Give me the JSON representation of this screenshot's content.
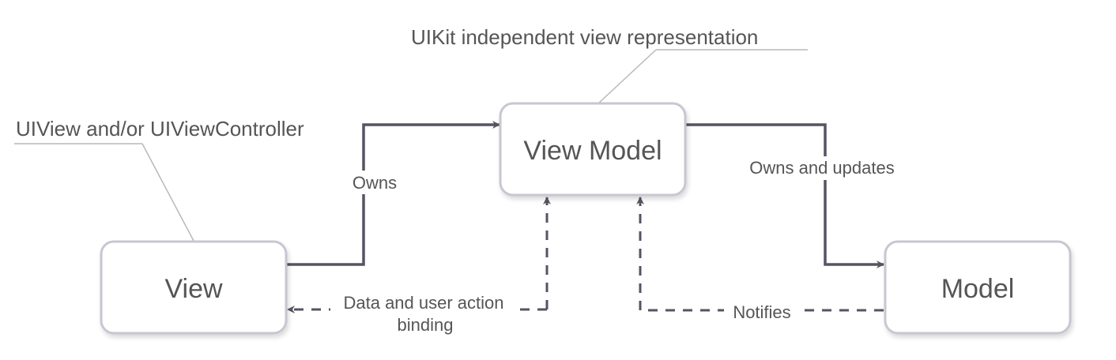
{
  "diagram": {
    "nodes": {
      "view": {
        "label": "View"
      },
      "view_model": {
        "label": "View Model"
      },
      "model": {
        "label": "Model"
      }
    },
    "edges": {
      "owns": {
        "label": "Owns"
      },
      "owns_and_updates": {
        "label": "Owns and updates"
      },
      "binding": {
        "label_line1": "Data and user action",
        "label_line2": "binding"
      },
      "notifies": {
        "label": "Notifies"
      }
    },
    "notes": {
      "view_note": {
        "label": "UIView and/or UIViewController"
      },
      "view_model_note": {
        "label": "UIKit independent view representation"
      }
    },
    "colors": {
      "node_border": "#c7c7d2",
      "edge_solid": "#545462",
      "edge_dashed": "#545462",
      "text": "#555555",
      "note_line": "#b9b9b9"
    }
  }
}
